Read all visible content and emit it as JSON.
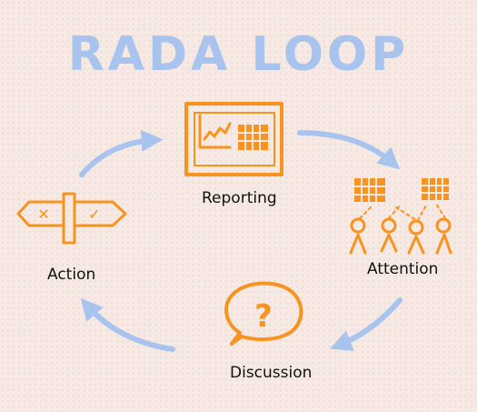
{
  "title": "RADA LOOP",
  "stages": {
    "reporting": "Reporting",
    "attention": "Attention",
    "discussion": "Discussion",
    "action": "Action"
  },
  "icons": {
    "discussion_symbol": "?",
    "action_left_symbol": "✕",
    "action_right_symbol": "✓"
  },
  "colors": {
    "title": "#a7c3ee",
    "icons": "#f7931e",
    "arrows": "#a7c3ee",
    "labels": "#111111"
  }
}
